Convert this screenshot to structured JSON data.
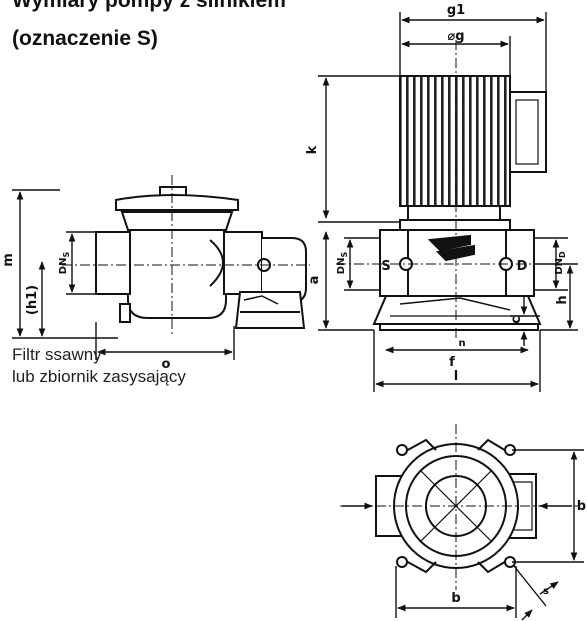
{
  "heading": {
    "line1": "Wymiary pompy z silnikiem",
    "line2": "(oznaczenie S)"
  },
  "caption": {
    "line1": "Filtr ssawny",
    "line2": "lub zbiornik zasysający"
  },
  "labels": {
    "g1": "g1",
    "g": "⌀g",
    "k": "k",
    "m": "m",
    "h1": "(h1)",
    "dns_left": "DN",
    "dns_left_sub": "S",
    "o": "o",
    "a": "a",
    "dns_right": "DN",
    "dns_right_sub": "S",
    "s_port": "S",
    "d_port": "D",
    "dnd": "DN",
    "dnd_sub": "D",
    "h": "h",
    "c": "c",
    "f": "f",
    "n": "n",
    "l": "l",
    "b_vertical": "b",
    "b_horizontal": "b",
    "s_slot": "s"
  },
  "colors": {
    "ink": "#111111",
    "paper": "#ffffff"
  }
}
